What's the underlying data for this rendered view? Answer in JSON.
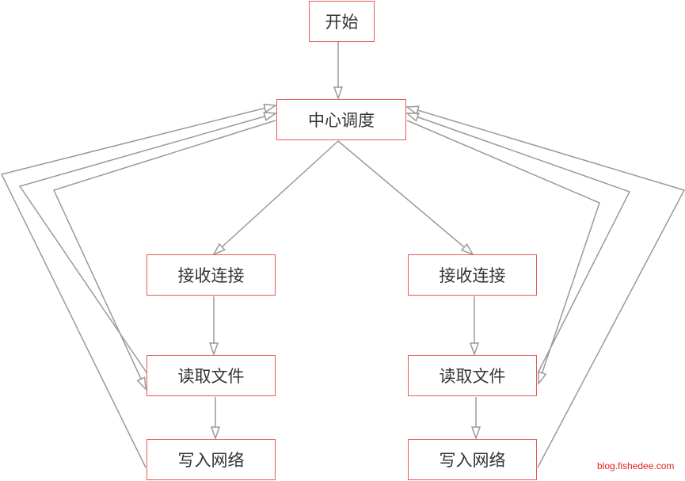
{
  "diagram": {
    "nodes": {
      "start": "开始",
      "dispatcher": "中心调度",
      "left_accept": "接收连接",
      "left_read": "读取文件",
      "left_write": "写入网络",
      "right_accept": "接收连接",
      "right_read": "读取文件",
      "right_write": "写入网络"
    },
    "edges": [
      [
        "start",
        "dispatcher"
      ],
      [
        "dispatcher",
        "left_accept"
      ],
      [
        "dispatcher",
        "right_accept"
      ],
      [
        "left_accept",
        "left_read"
      ],
      [
        "left_read",
        "left_write"
      ],
      [
        "right_accept",
        "right_read"
      ],
      [
        "right_read",
        "right_write"
      ],
      [
        "left_read",
        "dispatcher"
      ],
      [
        "dispatcher",
        "left_read"
      ],
      [
        "left_write",
        "dispatcher"
      ],
      [
        "right_read",
        "dispatcher"
      ],
      [
        "dispatcher",
        "right_read"
      ],
      [
        "right_write",
        "dispatcher"
      ]
    ],
    "colors": {
      "node_border": "#e8585a",
      "edge": "#9a9a9a",
      "text": "#333333",
      "watermark": "#e02020"
    }
  },
  "watermark": "blog.fishedee.com"
}
